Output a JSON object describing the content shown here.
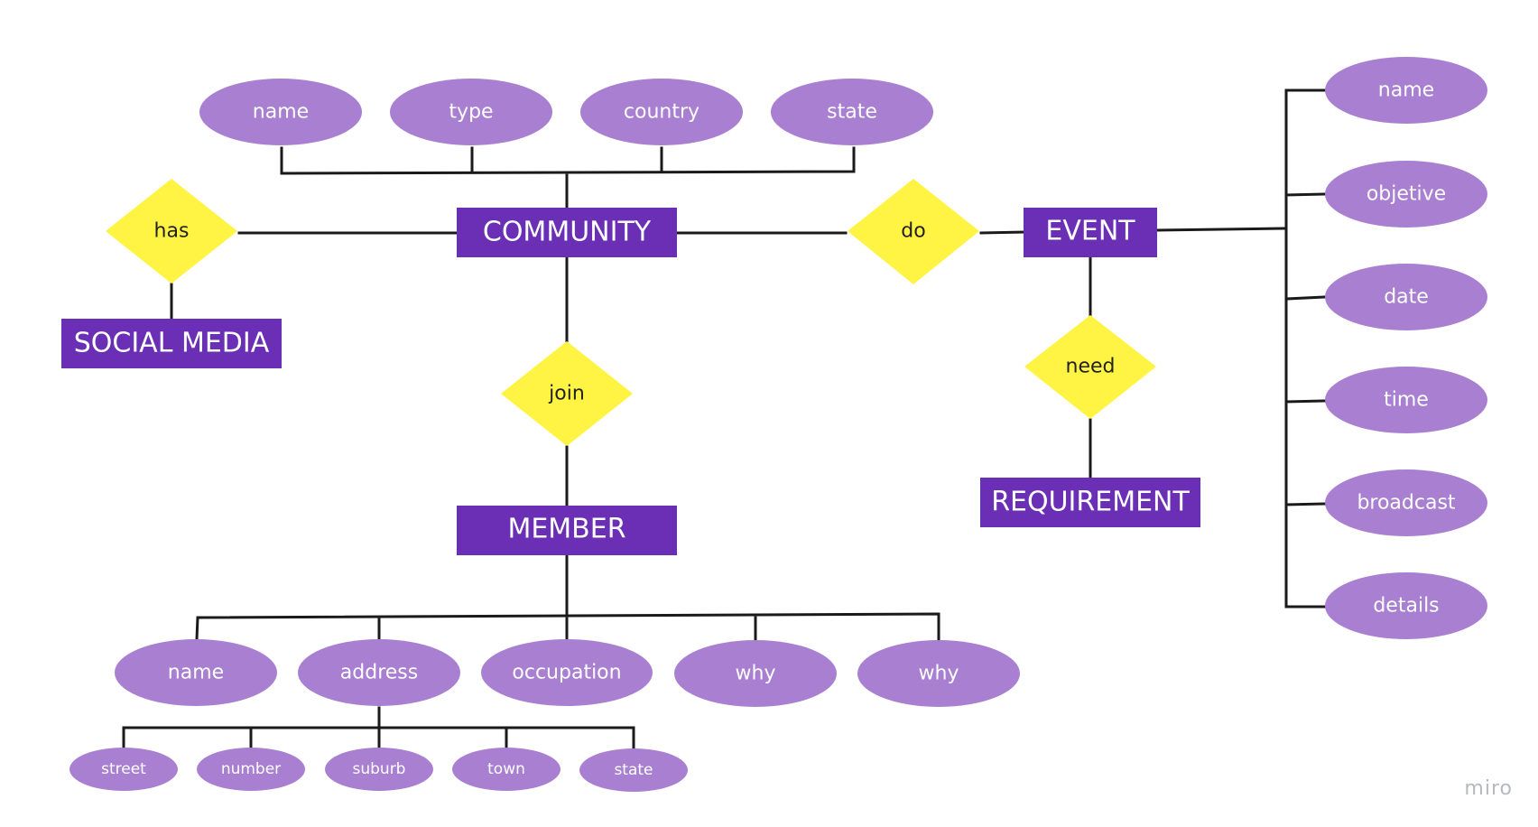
{
  "entities": {
    "community": "COMMUNITY",
    "social_media": "SOCIAL MEDIA",
    "member": "MEMBER",
    "event": "EVENT",
    "requirement": "REQUIREMENT"
  },
  "relationships": {
    "has": "has",
    "do": "do",
    "join": "join",
    "need": "need"
  },
  "community_attributes": [
    "name",
    "type",
    "country",
    "state"
  ],
  "event_attributes": [
    "name",
    "objetive",
    "date",
    "time",
    "broadcast",
    "details"
  ],
  "member_attributes": [
    "name",
    "address",
    "occupation",
    "why",
    "why"
  ],
  "address_attributes": [
    "street",
    "number",
    "suburb",
    "town",
    "state"
  ],
  "watermark": "miro",
  "colors": {
    "entity": "#6a2fb5",
    "attribute": "#a87fd1",
    "relationship": "#fff443",
    "line": "#1a1a1a"
  }
}
